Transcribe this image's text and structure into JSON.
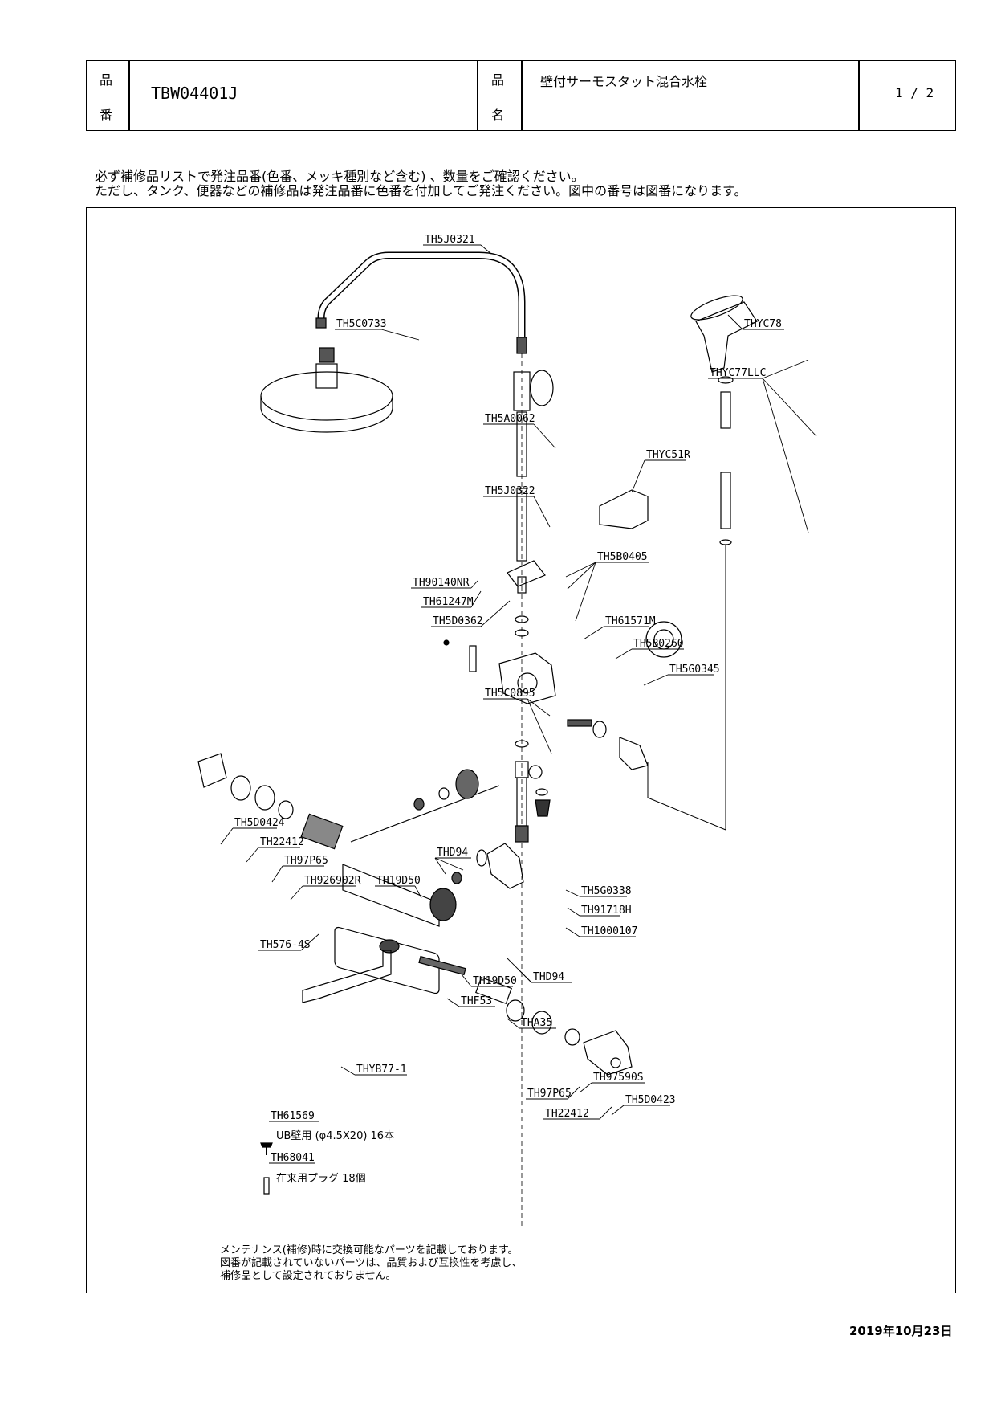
{
  "header": {
    "product_code_label_1": "品",
    "product_code_label_2": "番",
    "product_code": "TBW04401J",
    "product_name_label_1": "品",
    "product_name_label_2": "名",
    "product_name": "壁付サーモスタット混合水栓",
    "page": "1 / 2"
  },
  "notice": {
    "line1": "必ず補修品リストで発注品番(色番、メッキ種別など含む) 、数量をご確認ください。",
    "line2": "ただし、タンク、便器などの補修品は発注品番に色番を付加してご発注ください。図中の番号は図番になります。"
  },
  "parts": {
    "p01": "TH5J0321",
    "p02": "TH5C0733",
    "p03": "THYC78",
    "p04": "THYC77LLC",
    "p05": "TH5A0062",
    "p06": "THYC51R",
    "p07": "TH5J0322",
    "p08": "TH5B0405",
    "p09": "TH90140NR",
    "p10": "TH61247M",
    "p11": "TH5D0362",
    "p12": "TH61571M",
    "p13": "TH5B0260",
    "p14": "TH5G0345",
    "p15": "TH5C0895",
    "p16": "TH5D0424",
    "p17": "TH22412",
    "p18": "TH97P65",
    "p19": "TH926902R",
    "p20": "THD94",
    "p21": "TH19D50",
    "p22": "TH5G0338",
    "p23": "TH91718H",
    "p24": "TH1000107",
    "p25": "TH576-4S",
    "p26": "TH19D50",
    "p27": "THD94",
    "p28": "THF53",
    "p29": "THA35",
    "p30": "THYB77-1",
    "p31": "TH97590S",
    "p32": "TH5D0423",
    "p33": "TH97P65",
    "p34": "TH22412",
    "p35": "TH61569",
    "p36": "TH68041"
  },
  "part_notes": {
    "screw": "UB壁用 (φ4.5X20) 16本",
    "plug": "在来用プラグ  18個"
  },
  "footnote": {
    "line1": "メンテナンス(補修)時に交換可能なパーツを記載しております。",
    "line2": "図番が記載されていないパーツは、品質および互換性を考慮し、",
    "line3": "補修品として設定されておりません。"
  },
  "date": "2019年10月23日"
}
